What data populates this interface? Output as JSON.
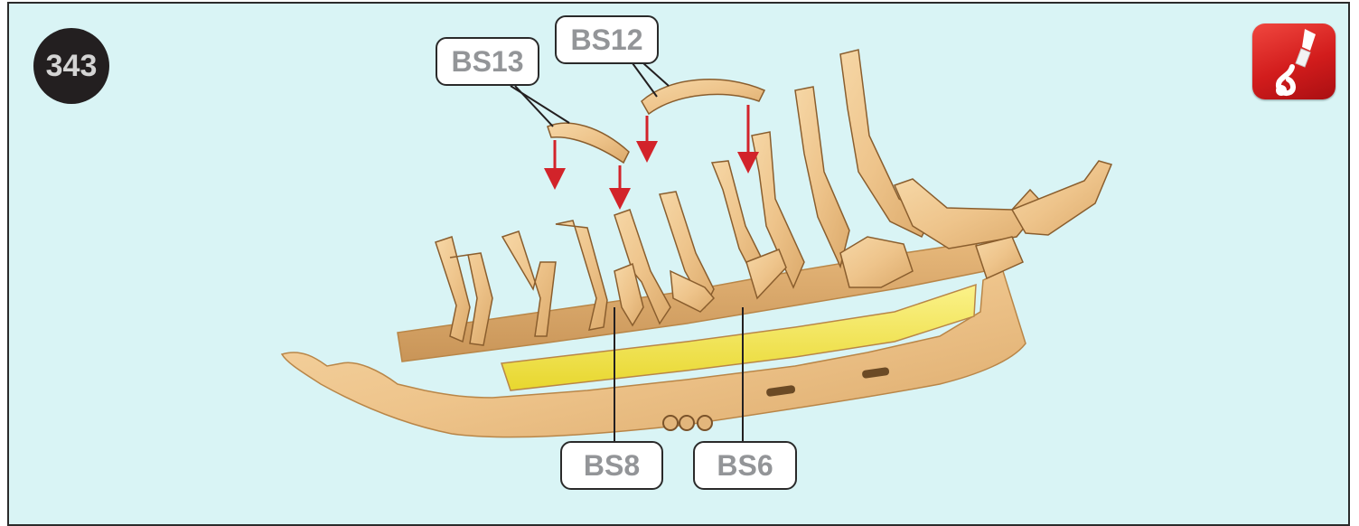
{
  "step": {
    "number": "343"
  },
  "icons": {
    "glue": "glue-bottle-icon"
  },
  "labels": {
    "bs13": "BS13",
    "bs12": "BS12",
    "bs8": "BS8",
    "bs6": "BS6"
  },
  "colors": {
    "background": "#d9f4f5",
    "wood": "#f0c98f",
    "arrow": "#d2232a",
    "glue_badge": "#d21c1c",
    "label_text": "#939598"
  }
}
